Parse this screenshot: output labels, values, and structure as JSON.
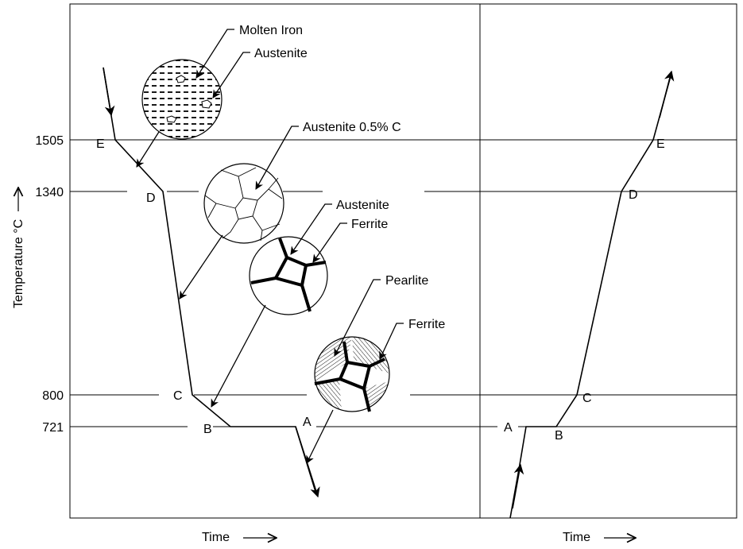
{
  "y_axis_label": "Temperature °C",
  "x_axis_label_left": "Time",
  "x_axis_label_right": "Time",
  "temperature_ticks": [
    {
      "key": "t1505",
      "label": "1505"
    },
    {
      "key": "t1340",
      "label": "1340"
    },
    {
      "key": "t800",
      "label": "800"
    },
    {
      "key": "t721",
      "label": "721"
    }
  ],
  "cooling_points": {
    "E": "E",
    "D": "D",
    "C": "C",
    "B": "B",
    "A": "A"
  },
  "heating_points": {
    "E": "E",
    "D": "D",
    "C": "C",
    "B": "B",
    "A": "A"
  },
  "phase_labels": {
    "molten_iron": "Molten Iron",
    "austenite_top": "Austenite",
    "austenite_05c": "Austenite 0.5% C",
    "austenite_mid": "Austenite",
    "ferrite_mid": "Ferrite",
    "pearlite": "Pearlite",
    "ferrite_low": "Ferrite"
  },
  "colors": {
    "line": "#000000",
    "background": "#ffffff"
  },
  "icons": {
    "axis_arrow": "right-arrow-icon",
    "y_arrow": "up-arrow-icon"
  }
}
